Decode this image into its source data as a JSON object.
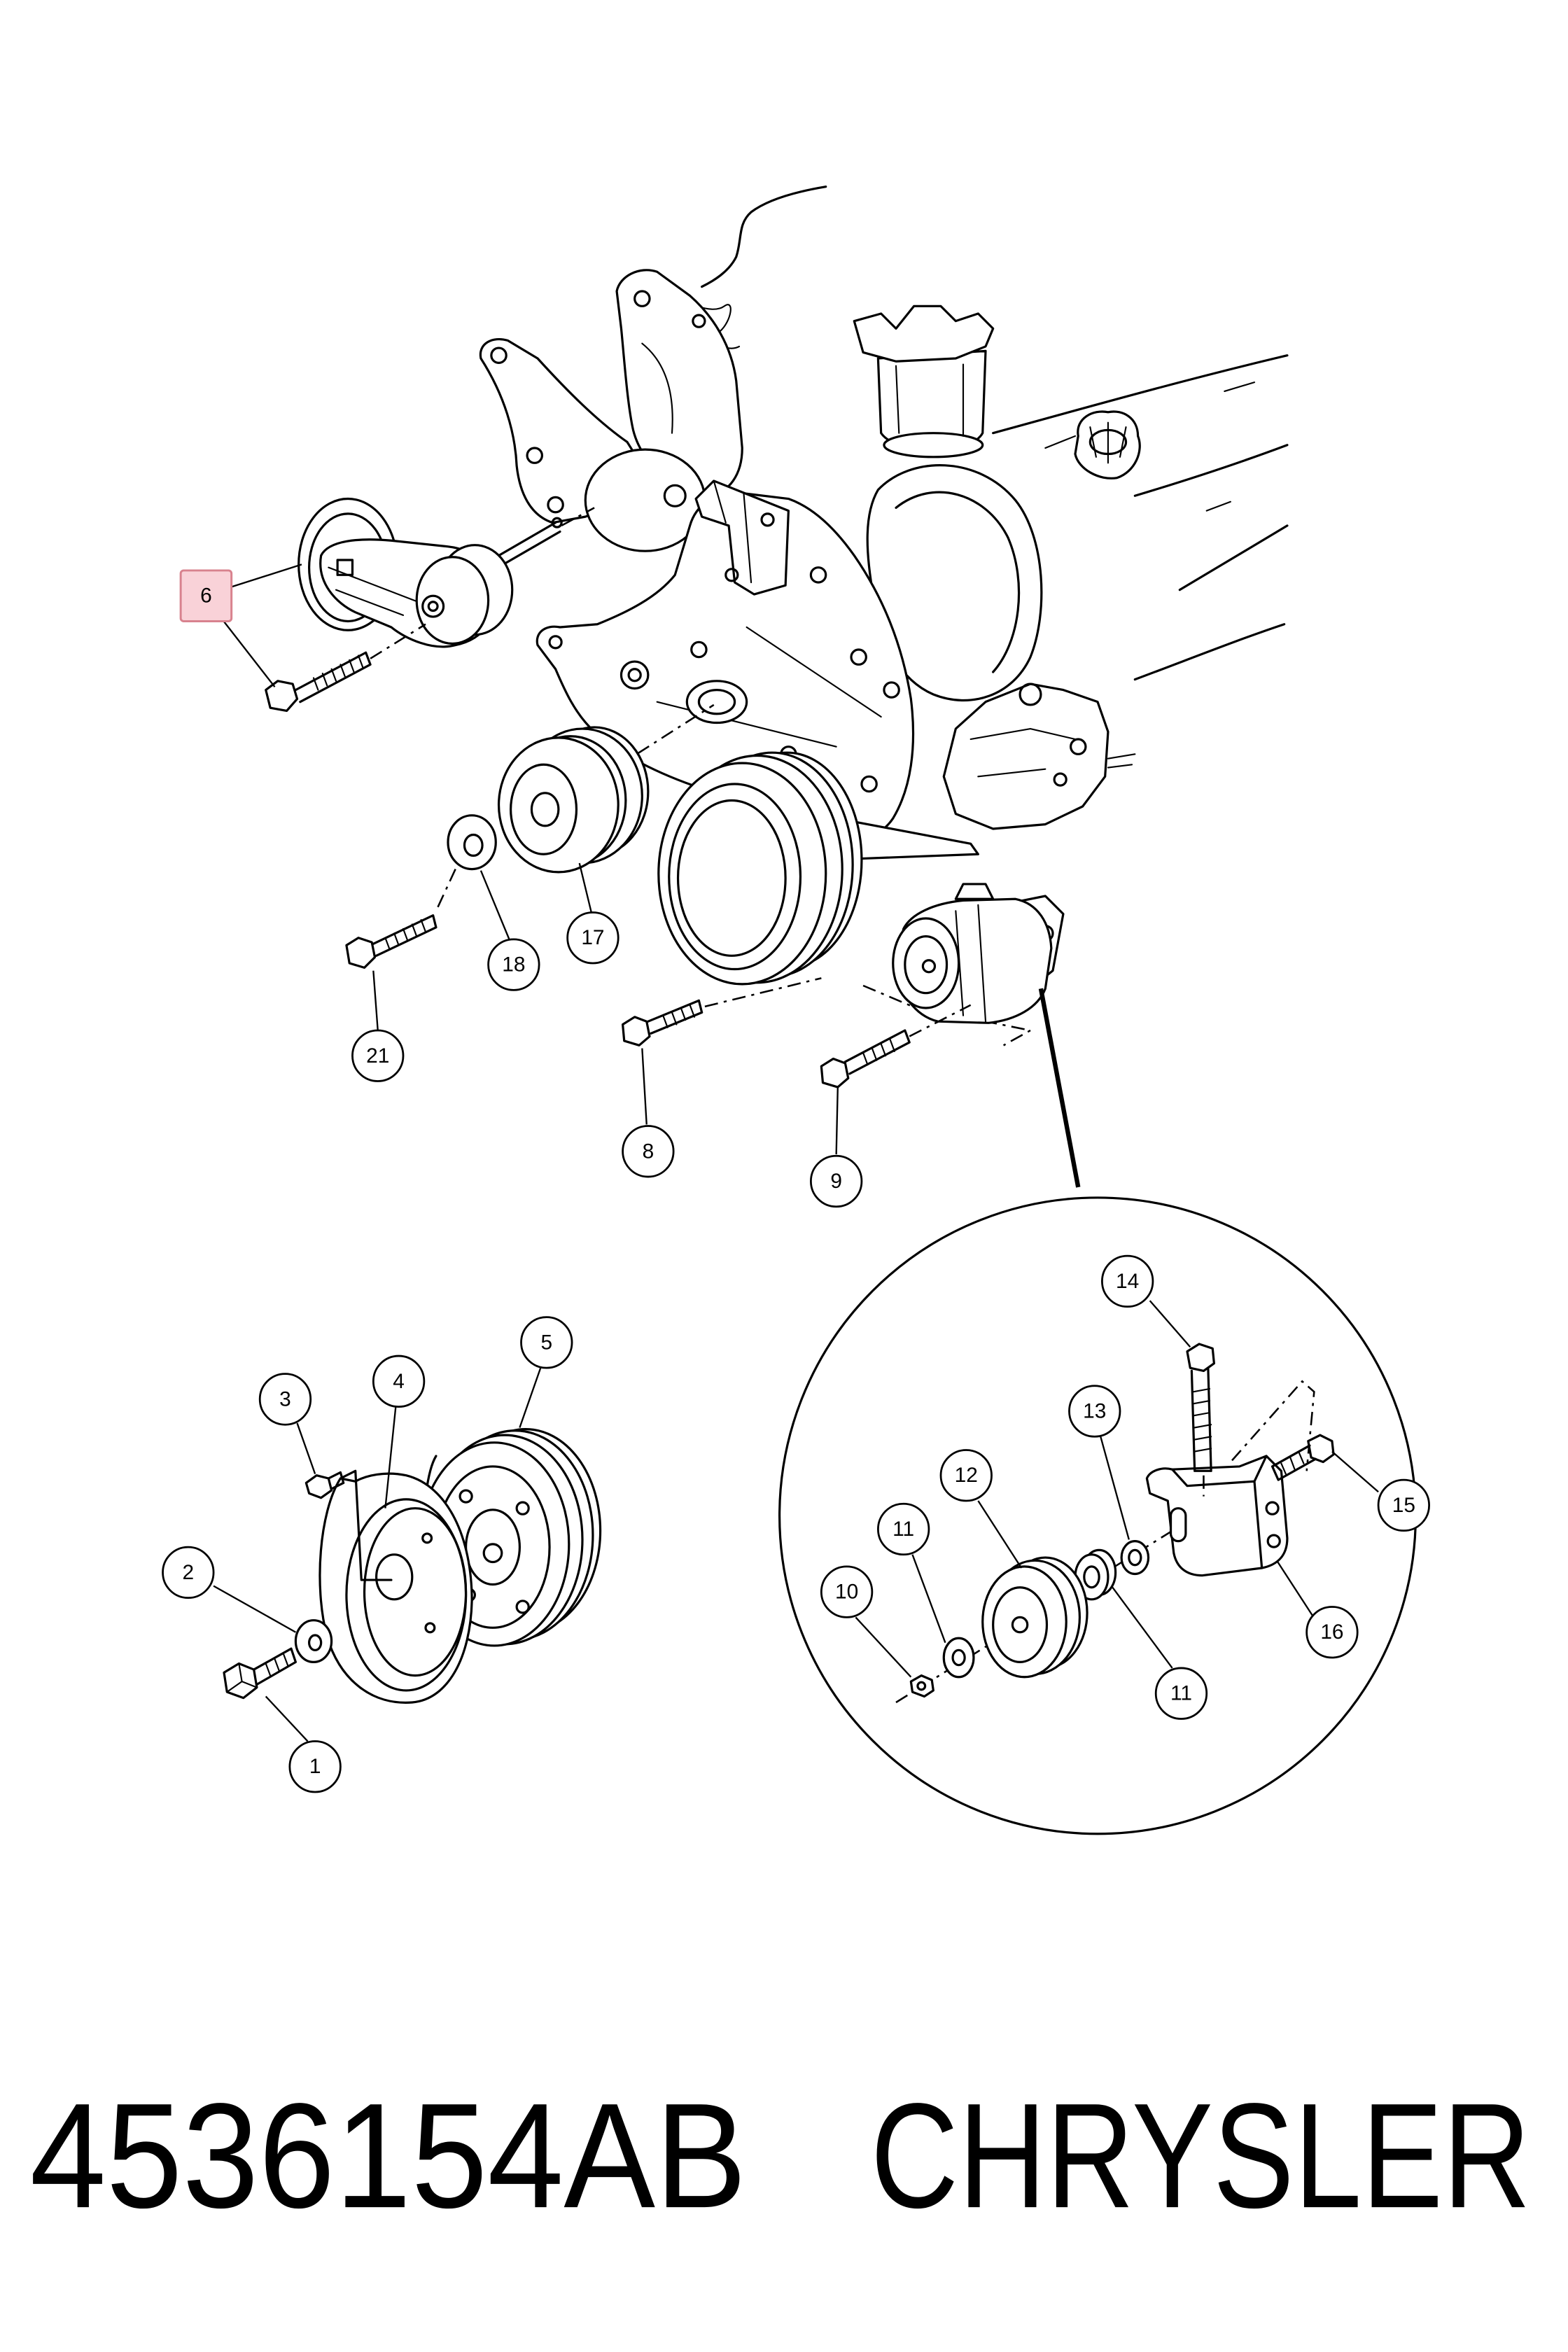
{
  "diagram": {
    "callouts": [
      {
        "label": "6",
        "highlighted": true
      },
      {
        "label": "17",
        "highlighted": false
      },
      {
        "label": "18",
        "highlighted": false
      },
      {
        "label": "21",
        "highlighted": false
      },
      {
        "label": "8",
        "highlighted": false
      },
      {
        "label": "9",
        "highlighted": false
      },
      {
        "label": "14",
        "highlighted": false
      },
      {
        "label": "13",
        "highlighted": false
      },
      {
        "label": "15",
        "highlighted": false
      },
      {
        "label": "12",
        "highlighted": false
      },
      {
        "label": "11",
        "highlighted": false
      },
      {
        "label": "10",
        "highlighted": false
      },
      {
        "label": "16",
        "highlighted": false
      },
      {
        "label": "11",
        "highlighted": false
      },
      {
        "label": "3",
        "highlighted": false
      },
      {
        "label": "4",
        "highlighted": false
      },
      {
        "label": "5",
        "highlighted": false
      },
      {
        "label": "2",
        "highlighted": false
      },
      {
        "label": "1",
        "highlighted": false
      }
    ]
  },
  "footer": {
    "part_number": "4536154AB",
    "brand": "CHRYSLER"
  },
  "colors": {
    "highlight_fill": "#f9d2d8",
    "highlight_stroke": "#d8828e",
    "line": "#000000",
    "background": "#ffffff"
  }
}
